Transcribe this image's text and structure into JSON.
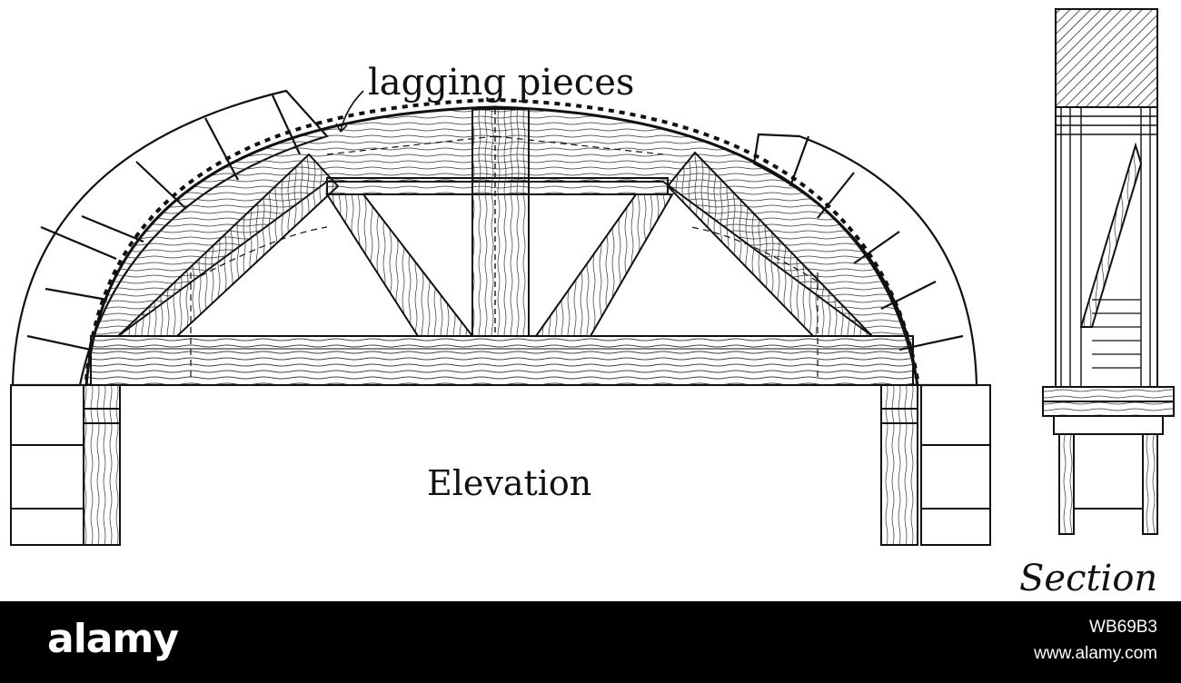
{
  "labels": {
    "lagging": "lagging pieces",
    "elevation": "Elevation",
    "section": "Section"
  },
  "footer": {
    "logo": "alamy",
    "image_id": "WB69B3",
    "url": "www.alamy.com"
  },
  "colors": {
    "ink": "#111111",
    "paper": "#ffffff",
    "footer_bg": "#000000",
    "footer_text": "#ffffff"
  }
}
